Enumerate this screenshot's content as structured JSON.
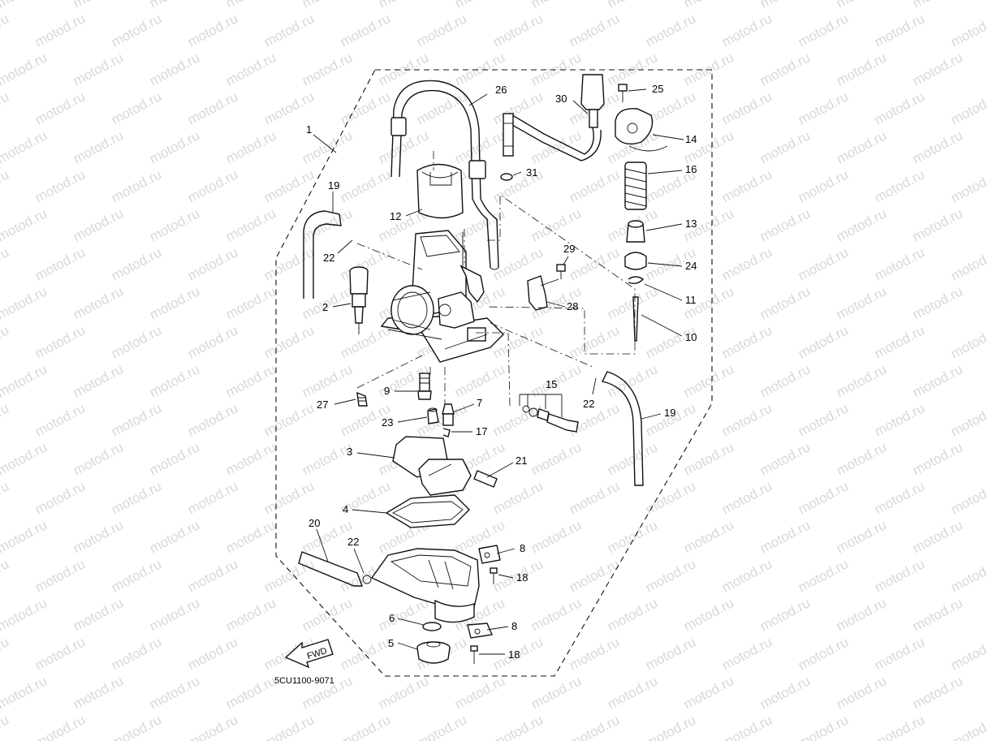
{
  "watermark": {
    "text": "motod.ru"
  },
  "diagram_code": "5CU1100-9071",
  "fwd_label": "FWD",
  "callouts": [
    {
      "id": "1",
      "label": "1"
    },
    {
      "id": "2",
      "label": "2"
    },
    {
      "id": "3",
      "label": "3"
    },
    {
      "id": "4",
      "label": "4"
    },
    {
      "id": "5",
      "label": "5"
    },
    {
      "id": "6",
      "label": "6"
    },
    {
      "id": "7",
      "label": "7"
    },
    {
      "id": "8a",
      "label": "8"
    },
    {
      "id": "8b",
      "label": "8"
    },
    {
      "id": "9",
      "label": "9"
    },
    {
      "id": "10",
      "label": "10"
    },
    {
      "id": "11",
      "label": "11"
    },
    {
      "id": "12",
      "label": "12"
    },
    {
      "id": "13",
      "label": "13"
    },
    {
      "id": "14",
      "label": "14"
    },
    {
      "id": "15",
      "label": "15"
    },
    {
      "id": "16",
      "label": "16"
    },
    {
      "id": "17",
      "label": "17"
    },
    {
      "id": "18a",
      "label": "18"
    },
    {
      "id": "18b",
      "label": "18"
    },
    {
      "id": "19a",
      "label": "19"
    },
    {
      "id": "19b",
      "label": "19"
    },
    {
      "id": "20",
      "label": "20"
    },
    {
      "id": "21",
      "label": "21"
    },
    {
      "id": "22a",
      "label": "22"
    },
    {
      "id": "22b",
      "label": "22"
    },
    {
      "id": "22c",
      "label": "22"
    },
    {
      "id": "23",
      "label": "23"
    },
    {
      "id": "24",
      "label": "24"
    },
    {
      "id": "25",
      "label": "25"
    },
    {
      "id": "26",
      "label": "26"
    },
    {
      "id": "27",
      "label": "27"
    },
    {
      "id": "28",
      "label": "28"
    },
    {
      "id": "29",
      "label": "29"
    },
    {
      "id": "30",
      "label": "30"
    },
    {
      "id": "31",
      "label": "31"
    }
  ]
}
